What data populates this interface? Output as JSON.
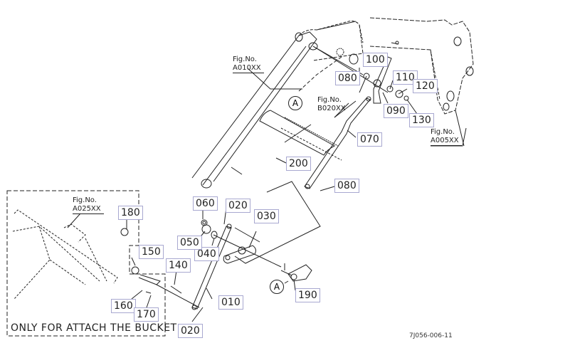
{
  "diagram": {
    "drawing_code": "7J056-006-11",
    "note": "ONLY FOR ATTACH THE BUCKET",
    "reference_marker": "A",
    "figure_refs": [
      {
        "prefix": "Fig.No.",
        "number": "A010XX"
      },
      {
        "prefix": "Fig.No.",
        "number": "B020XX"
      },
      {
        "prefix": "Fig.No.",
        "number": "A005XX"
      },
      {
        "prefix": "Fig.No.",
        "number": "A025XX"
      }
    ],
    "part_labels": [
      "010",
      "020",
      "020",
      "030",
      "040",
      "050",
      "060",
      "070",
      "080",
      "080",
      "090",
      "100",
      "110",
      "120",
      "130",
      "140",
      "150",
      "160",
      "170",
      "180",
      "190",
      "200"
    ],
    "colors": {
      "line": "#222222",
      "label_border": "#a8a8d0",
      "background": "#ffffff"
    }
  }
}
